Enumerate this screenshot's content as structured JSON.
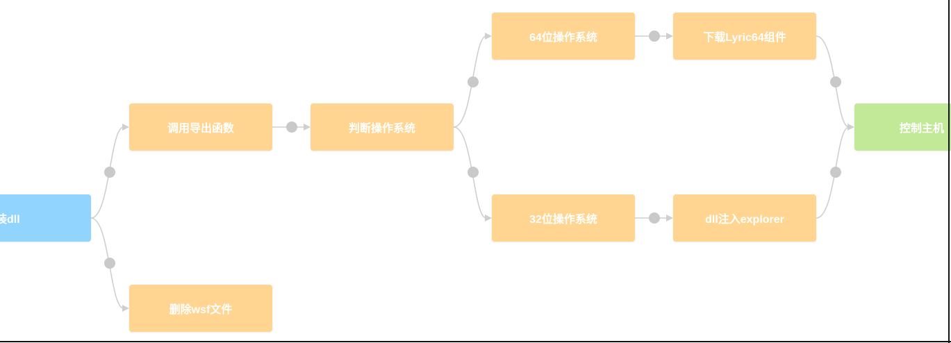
{
  "diagram": {
    "nodes": {
      "install": {
        "label": "安装dll",
        "color": "#91d5ff"
      },
      "call": {
        "label": "调用导出函数",
        "color": "#ffd591"
      },
      "delete": {
        "label": "删除wsf文件",
        "color": "#ffd591"
      },
      "judge": {
        "label": "判断操作系统",
        "color": "#ffd591"
      },
      "os64": {
        "label": "64位操作系统",
        "color": "#ffd591"
      },
      "os32": {
        "label": "32位操作系统",
        "color": "#ffd591"
      },
      "download": {
        "label": "下载Lyric64组件",
        "color": "#ffd591"
      },
      "inject": {
        "label": "dll注入explorer",
        "color": "#ffd591"
      },
      "control": {
        "label": "控制主机",
        "color": "#c1e998"
      }
    },
    "edges": [
      {
        "from": "install",
        "to": "call"
      },
      {
        "from": "install",
        "to": "delete"
      },
      {
        "from": "call",
        "to": "judge"
      },
      {
        "from": "judge",
        "to": "os64"
      },
      {
        "from": "judge",
        "to": "os32"
      },
      {
        "from": "os64",
        "to": "download"
      },
      {
        "from": "os32",
        "to": "inject"
      },
      {
        "from": "download",
        "to": "control"
      },
      {
        "from": "inject",
        "to": "control"
      }
    ],
    "edge_color": "#cfcfcf",
    "handle_color": "#c9c9c9"
  }
}
